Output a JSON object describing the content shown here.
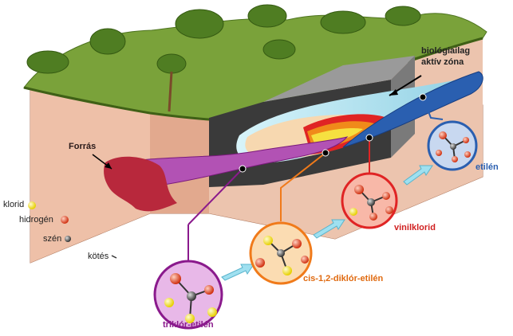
{
  "labels": {
    "source": "Forrás",
    "active_zone_line1": "biológiailag",
    "active_zone_line2": "aktív zóna",
    "tce": "triklór-etilén",
    "dce": "cis-1,2-diklór-etilén",
    "vc": "vinilklorid",
    "ethene": "etilén"
  },
  "legend": {
    "chloride": "klorid",
    "hydrogen": "hidrogén",
    "carbon": "szén",
    "bond": "kötés"
  },
  "colors": {
    "tce": "#8a1a8c",
    "dce": "#f07a1a",
    "vc": "#e02424",
    "ethene": "#2a5fb0",
    "soil": "#e6b59a",
    "grass": "#7aa23a",
    "source_stain": "#b8283c",
    "chloride_atom": "#f2e418",
    "hydrogen_atom": "#e04a2a",
    "carbon_atom": "#555555"
  },
  "icons": {
    "arrow": "right-arrow-icon",
    "atom": "atom-sphere-icon"
  }
}
